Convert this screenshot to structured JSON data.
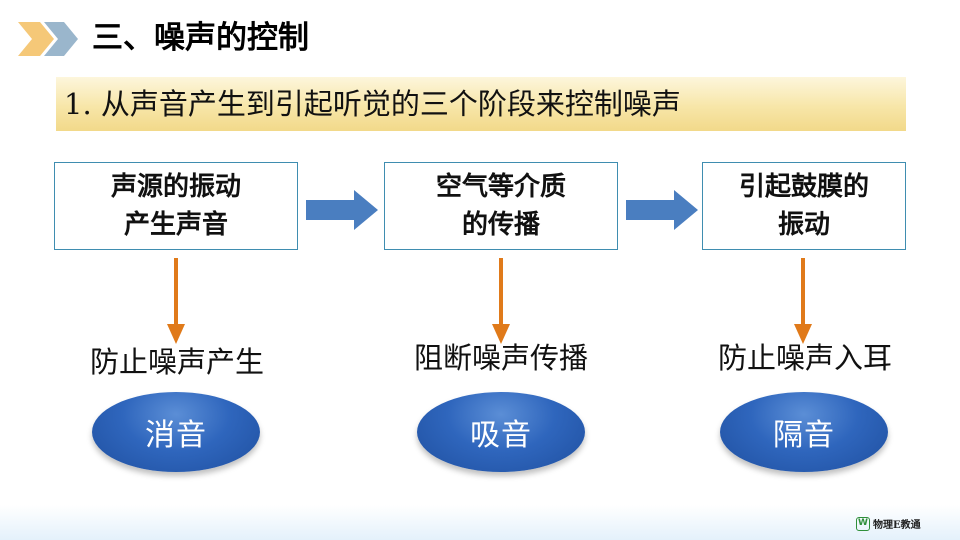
{
  "header": {
    "title": "三、噪声的控制",
    "chevron_colors": [
      "#f5c878",
      "#9ab6cc"
    ]
  },
  "banner": {
    "text": "1. 从声音产生到引起听觉的三个阶段来控制噪声"
  },
  "stages": [
    {
      "line1": "声源的振动",
      "line2": "产生声音",
      "method": "防止噪声产生",
      "label": "消音"
    },
    {
      "line1": "空气等介质",
      "line2": "的传播",
      "method": "阻断噪声传播",
      "label": "吸音"
    },
    {
      "line1": "引起鼓膜的",
      "line2": "振动",
      "method": "防止噪声入耳",
      "label": "隔音"
    }
  ],
  "colors": {
    "stage_border": "#3f8db0",
    "flow_arrow": "#4a7ec0",
    "down_arrow": "#e07a1a",
    "oval": "#2f66bd",
    "banner": "#f7e6a8"
  },
  "footer": {
    "logo_mark": "W",
    "logo_text": "物理E教通"
  }
}
